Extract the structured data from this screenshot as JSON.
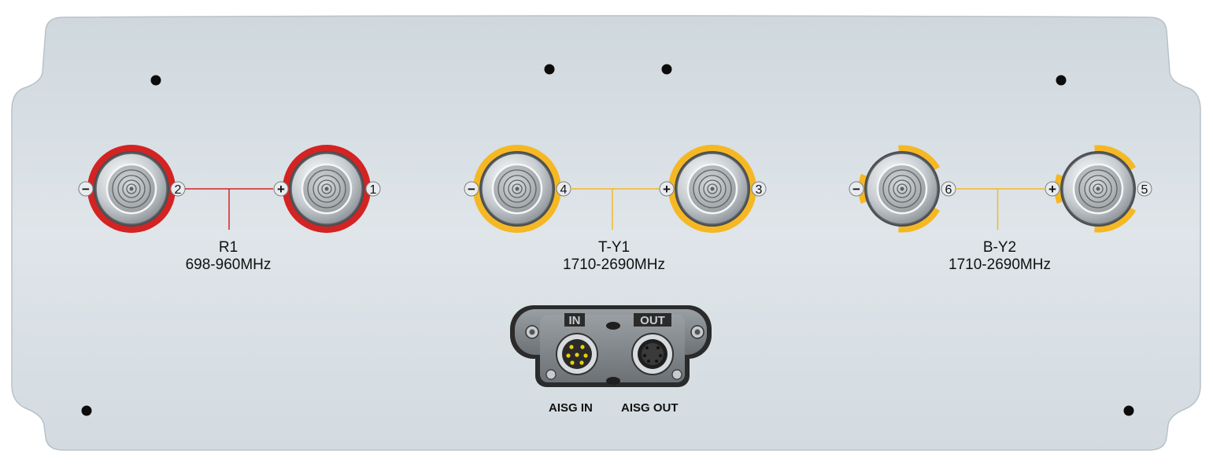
{
  "ports": [
    {
      "group": "R1",
      "num": "2",
      "pol": "−",
      "color": "#d42323",
      "style": "full"
    },
    {
      "group": "R1",
      "num": "1",
      "pol": "+",
      "color": "#d42323",
      "style": "full"
    },
    {
      "group": "T-Y1",
      "num": "4",
      "pol": "−",
      "color": "#f5b824",
      "style": "full"
    },
    {
      "group": "T-Y1",
      "num": "3",
      "pol": "+",
      "color": "#f5b824",
      "style": "full"
    },
    {
      "group": "B-Y2",
      "num": "6",
      "pol": "−",
      "color": "#f5b824",
      "style": "dashed"
    },
    {
      "group": "B-Y2",
      "num": "5",
      "pol": "+",
      "color": "#f5b824",
      "style": "dashed"
    }
  ],
  "groups": [
    {
      "name": "R1",
      "band": "698-960MHz",
      "color": "#d42323"
    },
    {
      "name": "T-Y1",
      "band": "1710-2690MHz",
      "color": "#f5b824"
    },
    {
      "name": "B-Y2",
      "band": "1710-2690MHz",
      "color": "#f5b824"
    }
  ],
  "aisg": {
    "in_tag": "IN",
    "out_tag": "OUT",
    "in_label": "AISG IN",
    "out_label": "AISG OUT"
  }
}
